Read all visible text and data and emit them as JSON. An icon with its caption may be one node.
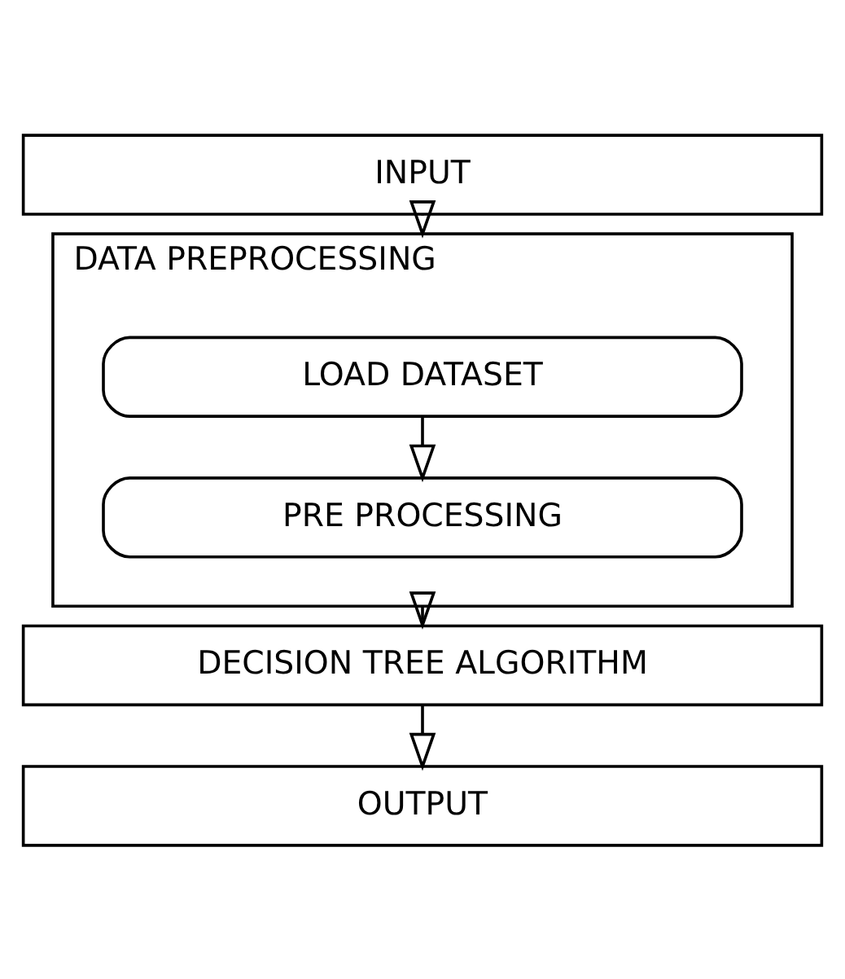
{
  "diagram": {
    "nodes": [
      {
        "text": [
          "INPUT"
        ]
      },
      {
        "text": [
          "DATA PREPROCESSING"
        ]
      },
      {
        "text": [
          "LOAD DATASET"
        ],
        "in": 1
      },
      {
        "text": [
          "PRE PROCESSING"
        ],
        "in": 1
      },
      {
        "text": [
          "DECISION TREE ALGORITHM"
        ]
      },
      {
        "text": [
          "OUTPUT"
        ]
      }
    ],
    "edges": [
      {
        "from": 0,
        "to": 1,
        "arrow": "to"
      },
      {
        "from": 2,
        "to": 3,
        "arrow": "to"
      },
      {
        "from": 1,
        "to": 4,
        "arrow": "to"
      },
      {
        "from": 4,
        "to": 5,
        "arrow": "to"
      }
    ]
  }
}
